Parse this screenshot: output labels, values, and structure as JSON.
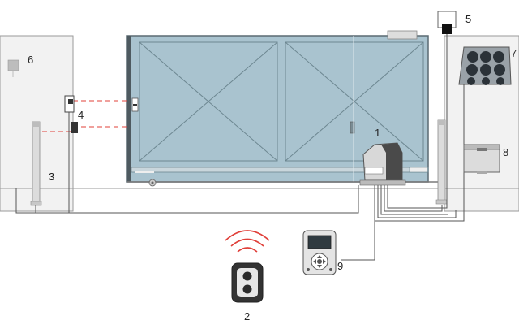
{
  "labels": {
    "motor": "1",
    "remote": "2",
    "photocell_post_left": "3",
    "photocells": "4",
    "flashing_light": "5",
    "key_selector": "6",
    "solar_panel": "7",
    "battery_box": "8",
    "control_panel": "9"
  },
  "colors": {
    "gate_fill": "#a9c3cf",
    "gate_frame": "#5a6a72",
    "wall": "#f2f2f2",
    "beam": "#e0403a",
    "signal": "#e0403a",
    "cable": "#555555"
  }
}
